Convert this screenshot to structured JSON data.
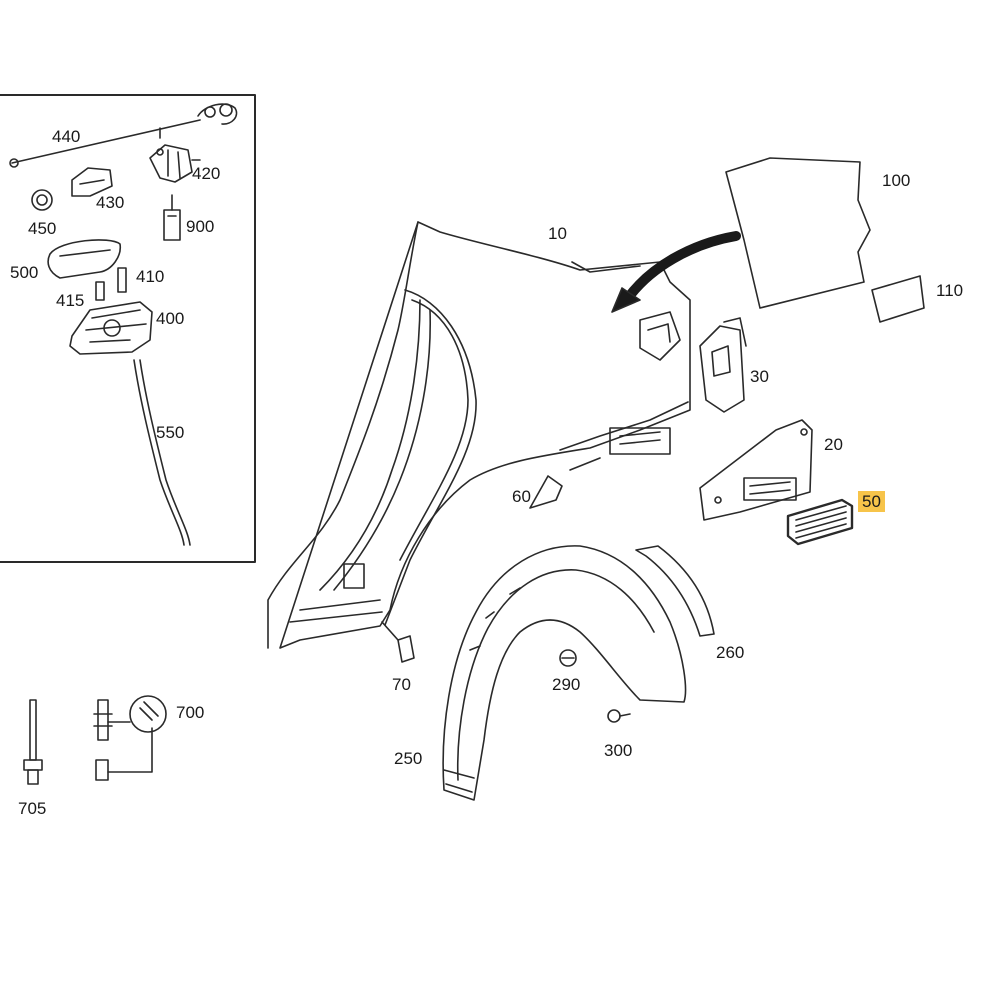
{
  "diagram": {
    "highlight_color": "#f7c44a",
    "line_color": "#2a2a2a",
    "callouts": {
      "p440": "440",
      "p420": "420",
      "p430": "430",
      "p450": "450",
      "p900": "900",
      "p500": "500",
      "p410": "410",
      "p415": "415",
      "p400": "400",
      "p550": "550",
      "p10": "10",
      "p100": "100",
      "p110": "110",
      "p30": "30",
      "p20": "20",
      "p60": "60",
      "p50": "50",
      "p260": "260",
      "p290": "290",
      "p300": "300",
      "p70": "70",
      "p250": "250",
      "p700": "700",
      "p705": "705"
    }
  }
}
